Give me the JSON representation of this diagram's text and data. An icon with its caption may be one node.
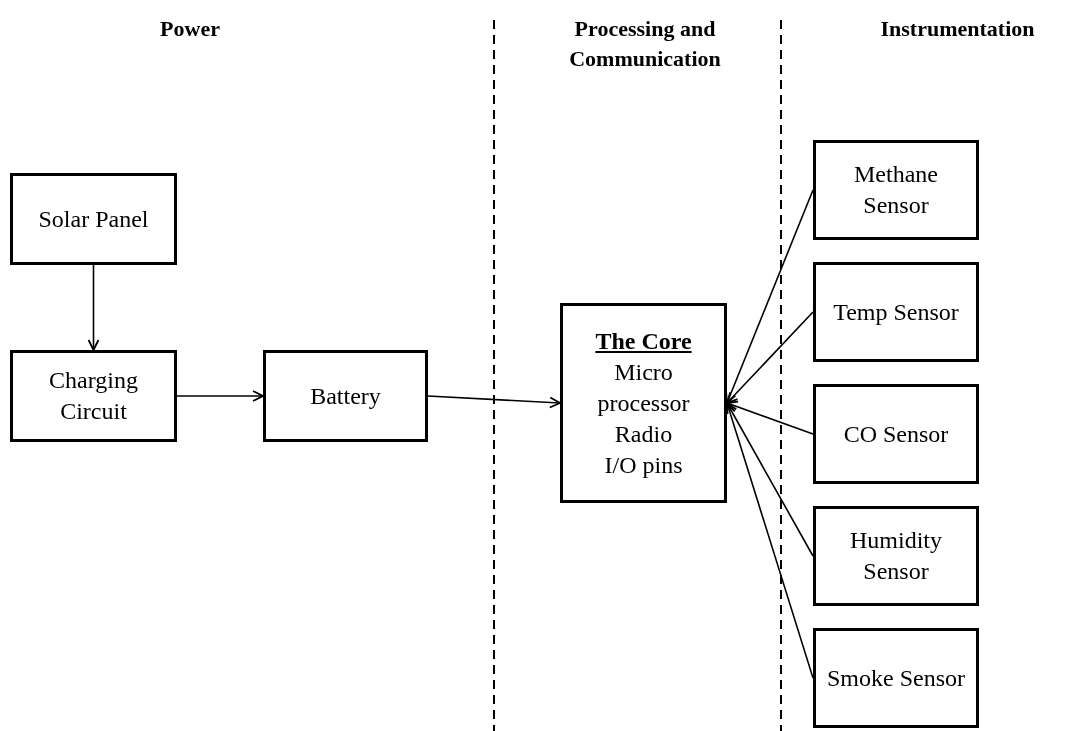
{
  "diagram": {
    "nodes": [
      {
        "text": [
          "Solar Panel"
        ]
      },
      {
        "text": [
          "Charging Circuit"
        ]
      },
      {
        "text": [
          "Battery"
        ]
      },
      {
        "text": [
          "The Core",
          "Micro processor",
          "Radio",
          "I/O pins"
        ]
      },
      {
        "text": [
          "Methane Sensor"
        ]
      },
      {
        "text": [
          "Temp Sensor"
        ]
      },
      {
        "text": [
          "CO Sensor"
        ]
      },
      {
        "text": [
          "Humidity Sensor"
        ]
      },
      {
        "text": [
          "Smoke Sensor"
        ]
      }
    ],
    "edges": [
      {
        "from": 0,
        "to": 1,
        "arrow": "to"
      },
      {
        "from": 1,
        "to": 2,
        "arrow": "to"
      },
      {
        "from": 2,
        "to": 3,
        "arrow": "to"
      },
      {
        "from": 4,
        "to": 3,
        "arrow": "to"
      },
      {
        "from": 5,
        "to": 3,
        "arrow": "to"
      },
      {
        "from": 6,
        "to": 3,
        "arrow": "to"
      },
      {
        "from": 7,
        "to": 3,
        "arrow": "to"
      },
      {
        "from": 8,
        "to": 3,
        "arrow": "to"
      }
    ],
    "labels": [
      "Power",
      "Processing and Communication",
      "Instrumentation"
    ]
  }
}
